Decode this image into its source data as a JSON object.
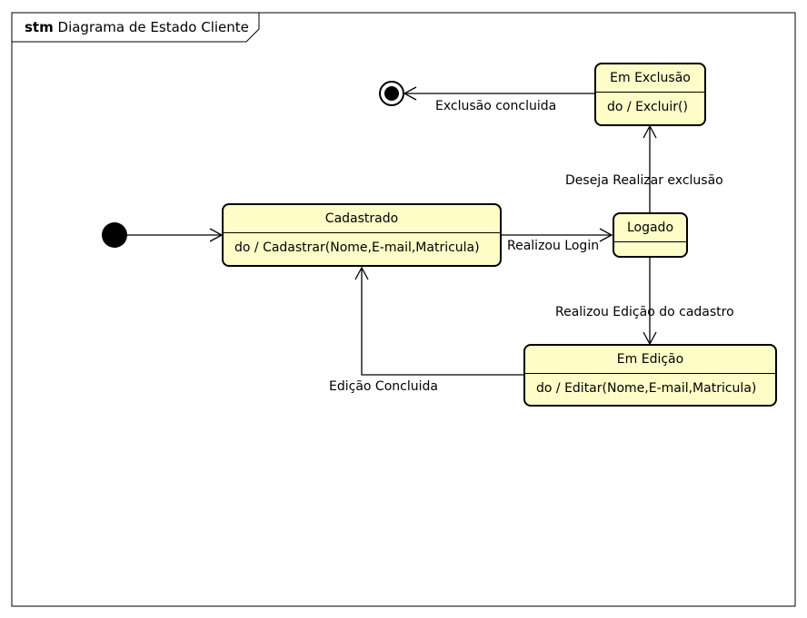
{
  "frame": {
    "kind": "stm",
    "title": "Diagrama de Estado Cliente"
  },
  "states": {
    "cadastrado": {
      "name": "Cadastrado",
      "activity": "do / Cadastrar(Nome,E-mail,Matricula)"
    },
    "logado": {
      "name": "Logado",
      "activity": ""
    },
    "exclusao": {
      "name": "Em Exclusão",
      "activity": "do / Excluir()"
    },
    "edicao": {
      "name": "Em Edição",
      "activity": "do / Editar(Nome,E-mail,Matricula)"
    }
  },
  "transitions": {
    "login": "Realizou Login",
    "exclusao": "Deseja Realizar exclusão",
    "exclusao_concluida": "Exclusão concluida",
    "edicao": "Realizou Edição do cadastro",
    "edicao_concluida": "Edição Concluida"
  },
  "colors": {
    "state_fill": "#fefdc8",
    "line": "#000000"
  }
}
